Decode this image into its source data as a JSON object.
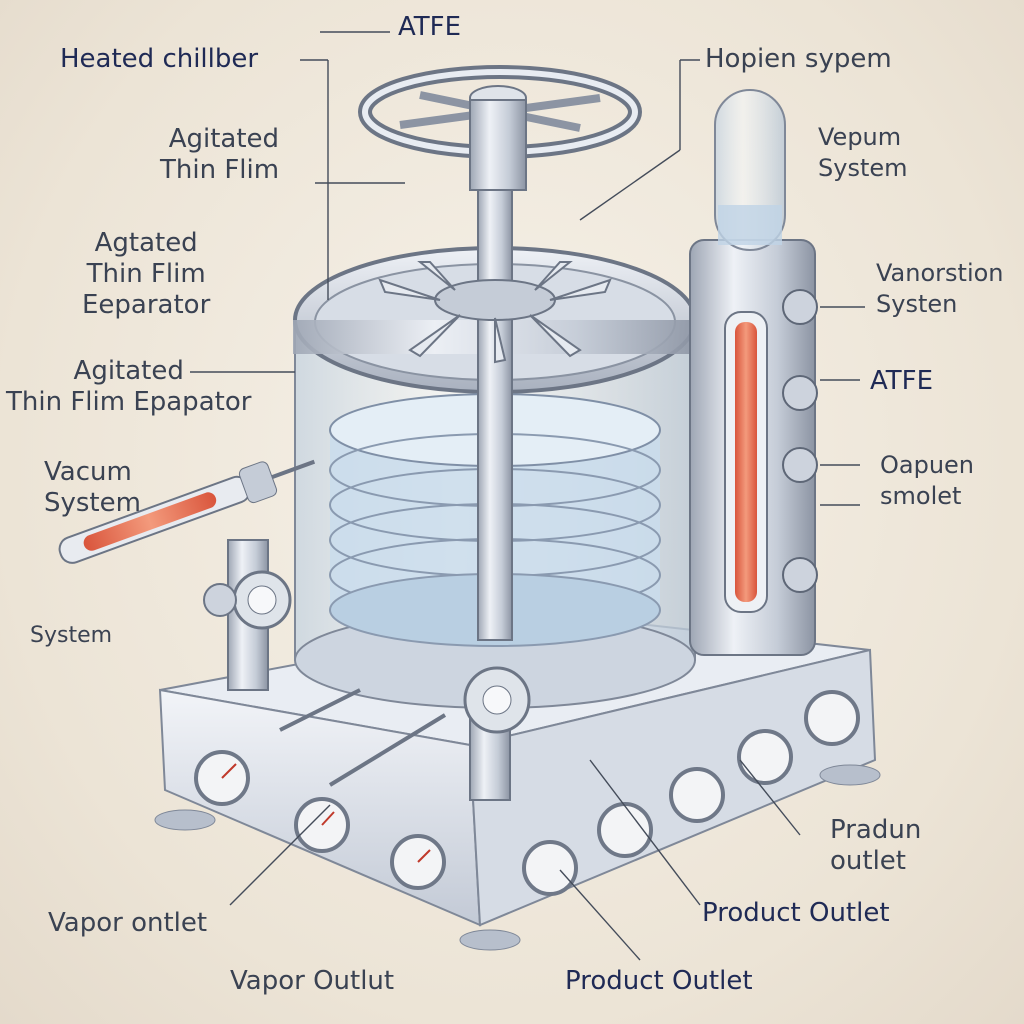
{
  "labels": {
    "atfe_top": "ATFE",
    "heated_chamber": "Heated chillber",
    "agitated_thin_film_1": "Agitated\nThin Flim",
    "agitated_thin_film_evaporator_1": "Agtated\nThin Flim\nEeparator",
    "agitated_thin_film_evaporator_2": "Agitated\nThin Flim Epapator",
    "vacuum_system_left": "Vacum\nSystem",
    "system_left": "System",
    "vapour_system_top": "Hopien sypem",
    "vacuum_system_right": "Vepum\nSystem",
    "vaporization_system": "Vanorstion\nSysten",
    "atfe_right": "ATFE",
    "vapour_smolet": "Oapuen\nsmolet",
    "product_outlet_right": "Pradun\noutlet",
    "product_outlet_mid": "Product Outlet",
    "vapor_outlet_left": "Vapor ontlet",
    "vapor_outlet_bottom": "Vapor Outlut",
    "product_outlet_bottom": "Product Outlet"
  },
  "colors": {
    "background": "#efe8dc",
    "metal": "#c9d0db",
    "metal_dark": "#7f8898",
    "glass": "#dfeaf3",
    "liquid": "#c8dcec",
    "heater": "#e56a4e",
    "leader_line": "#444c5a"
  },
  "icons": [
    "handwheel-icon",
    "gauge-icon",
    "valve-icon",
    "sight-glass-icon",
    "thermometer-icon",
    "probe-icon"
  ]
}
